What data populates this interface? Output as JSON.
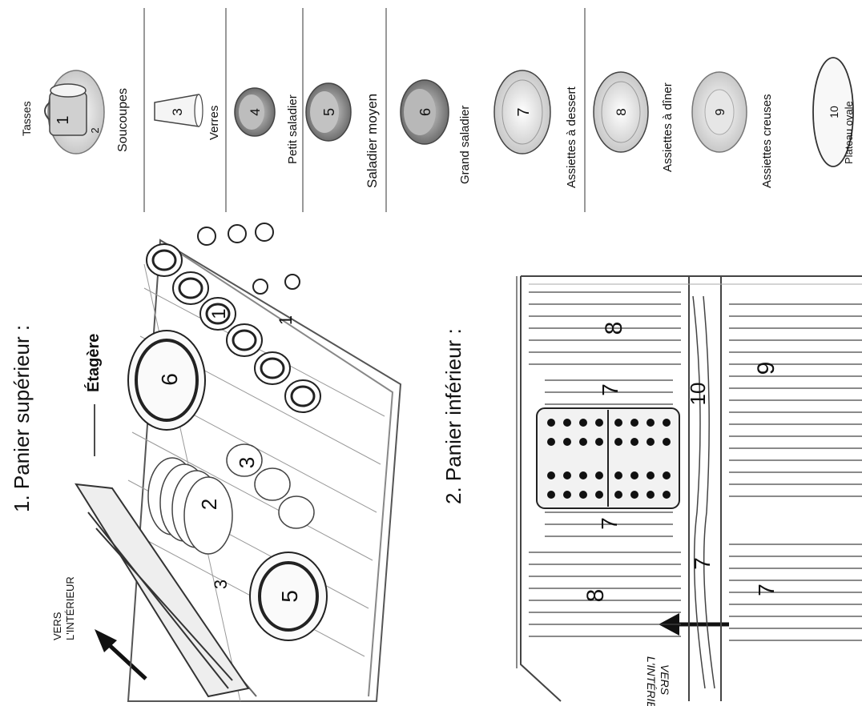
{
  "upper": {
    "title": "1. Panier supérieur :",
    "vers_line1": "VERS",
    "vers_line2": "L'INTÉRIEUR",
    "shelf_label": "Étagère",
    "numbers": [
      "3",
      "2",
      "3",
      "6",
      "5",
      "1",
      "1"
    ]
  },
  "lower": {
    "title": "2. Panier inférieur :",
    "vers_line1": "VERS",
    "vers_line2": "L'INTÉRIEUR",
    "numbers": [
      "8",
      "8",
      "7",
      "7",
      "7",
      "7",
      "9",
      "10"
    ]
  },
  "legend": {
    "items": [
      {
        "number": "1",
        "number2": "2",
        "label": "Tasses",
        "label2": "Soucoupes",
        "icon": "cup-saucer-icon"
      },
      {
        "number": "3",
        "label": "Verres",
        "icon": "glass-icon"
      },
      {
        "number": "4",
        "label": "Petit saladier",
        "icon": "small-bowl-icon"
      },
      {
        "number": "5",
        "label": "Saladier moyen",
        "icon": "medium-bowl-icon"
      },
      {
        "number": "6",
        "label": "Grand saladier",
        "icon": "large-bowl-icon"
      },
      {
        "number": "7",
        "label": "Assiettes à dessert",
        "icon": "dessert-plate-icon"
      },
      {
        "number": "8",
        "label": "Assiettes à dîner",
        "icon": "dinner-plate-icon"
      },
      {
        "number": "9",
        "label": "Assiettes creuses",
        "icon": "soup-plate-icon"
      },
      {
        "number": "10",
        "label": "Plateau ovale",
        "icon": "oval-platter-icon"
      }
    ]
  }
}
